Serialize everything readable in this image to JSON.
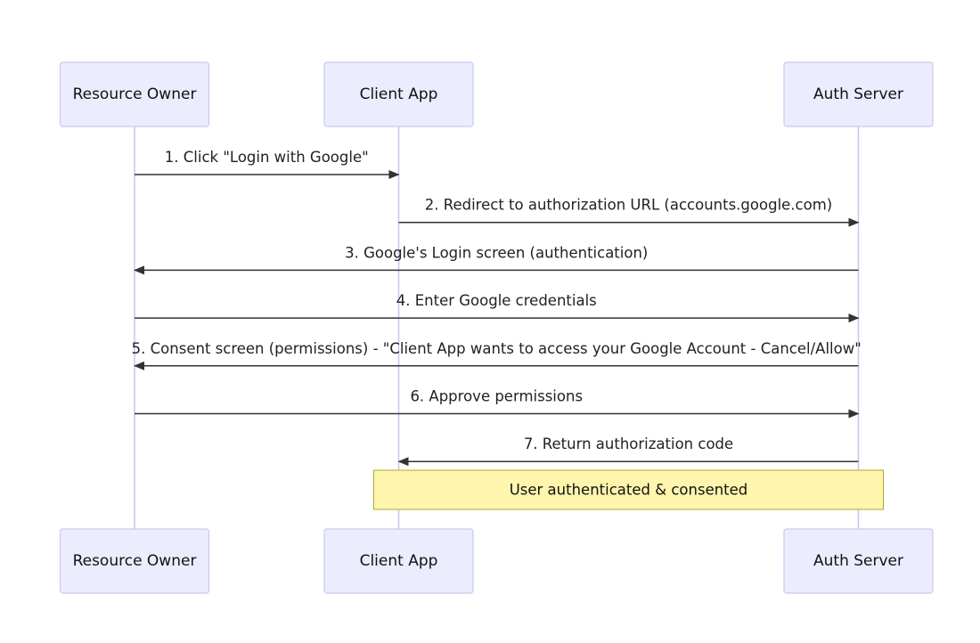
{
  "diagram": {
    "type": "sequence",
    "colors": {
      "actor_fill": "#ececff",
      "actor_border": "#c8c8f0",
      "lifeline": "#cbc6f2",
      "arrow": "#333333",
      "note_fill": "#fff5ad",
      "note_border": "#aaaa33"
    },
    "participants": [
      {
        "id": "owner",
        "label": "Resource Owner"
      },
      {
        "id": "client",
        "label": "Client App"
      },
      {
        "id": "auth",
        "label": "Auth Server"
      }
    ],
    "messages": [
      {
        "from": "owner",
        "to": "client",
        "label": "1. Click \"Login with Google\""
      },
      {
        "from": "client",
        "to": "auth",
        "label": "2. Redirect to authorization URL (accounts.google.com)"
      },
      {
        "from": "auth",
        "to": "owner",
        "label": "3. Google's Login screen (authentication)"
      },
      {
        "from": "owner",
        "to": "auth",
        "label": "4. Enter Google credentials"
      },
      {
        "from": "auth",
        "to": "owner",
        "label": "5. Consent screen (permissions) - \"Client App wants to access your Google Account - Cancel/Allow\""
      },
      {
        "from": "owner",
        "to": "auth",
        "label": "6. Approve permissions"
      },
      {
        "from": "auth",
        "to": "client",
        "label": "7. Return authorization code"
      }
    ],
    "note": {
      "over": [
        "client",
        "auth"
      ],
      "text": "User authenticated & consented"
    }
  }
}
